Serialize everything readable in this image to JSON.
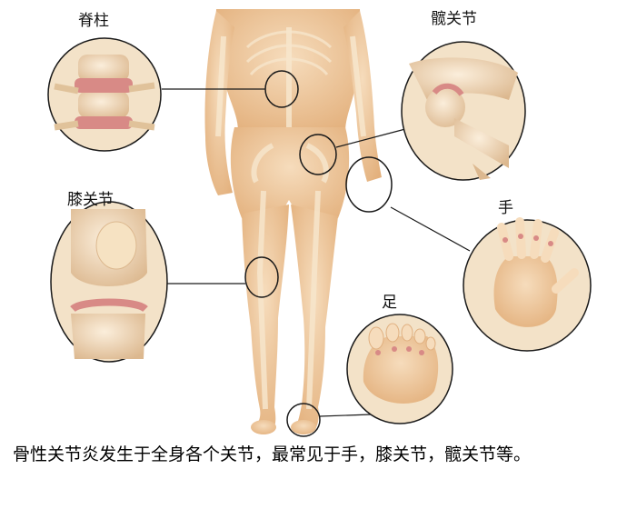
{
  "labels": {
    "spine": "脊柱",
    "hip": "髋关节",
    "knee": "膝关节",
    "hand": "手",
    "foot": "足"
  },
  "caption": "骨性关节炎发生于全身各个关节，最常见于手，膝关节，髋关节等。",
  "colors": {
    "skin": "#f1cfa8",
    "skin_shade": "#e2b27f",
    "bone": "#f6e2c2",
    "inflamed": "#d88a86",
    "outline": "#1a1a1a"
  }
}
